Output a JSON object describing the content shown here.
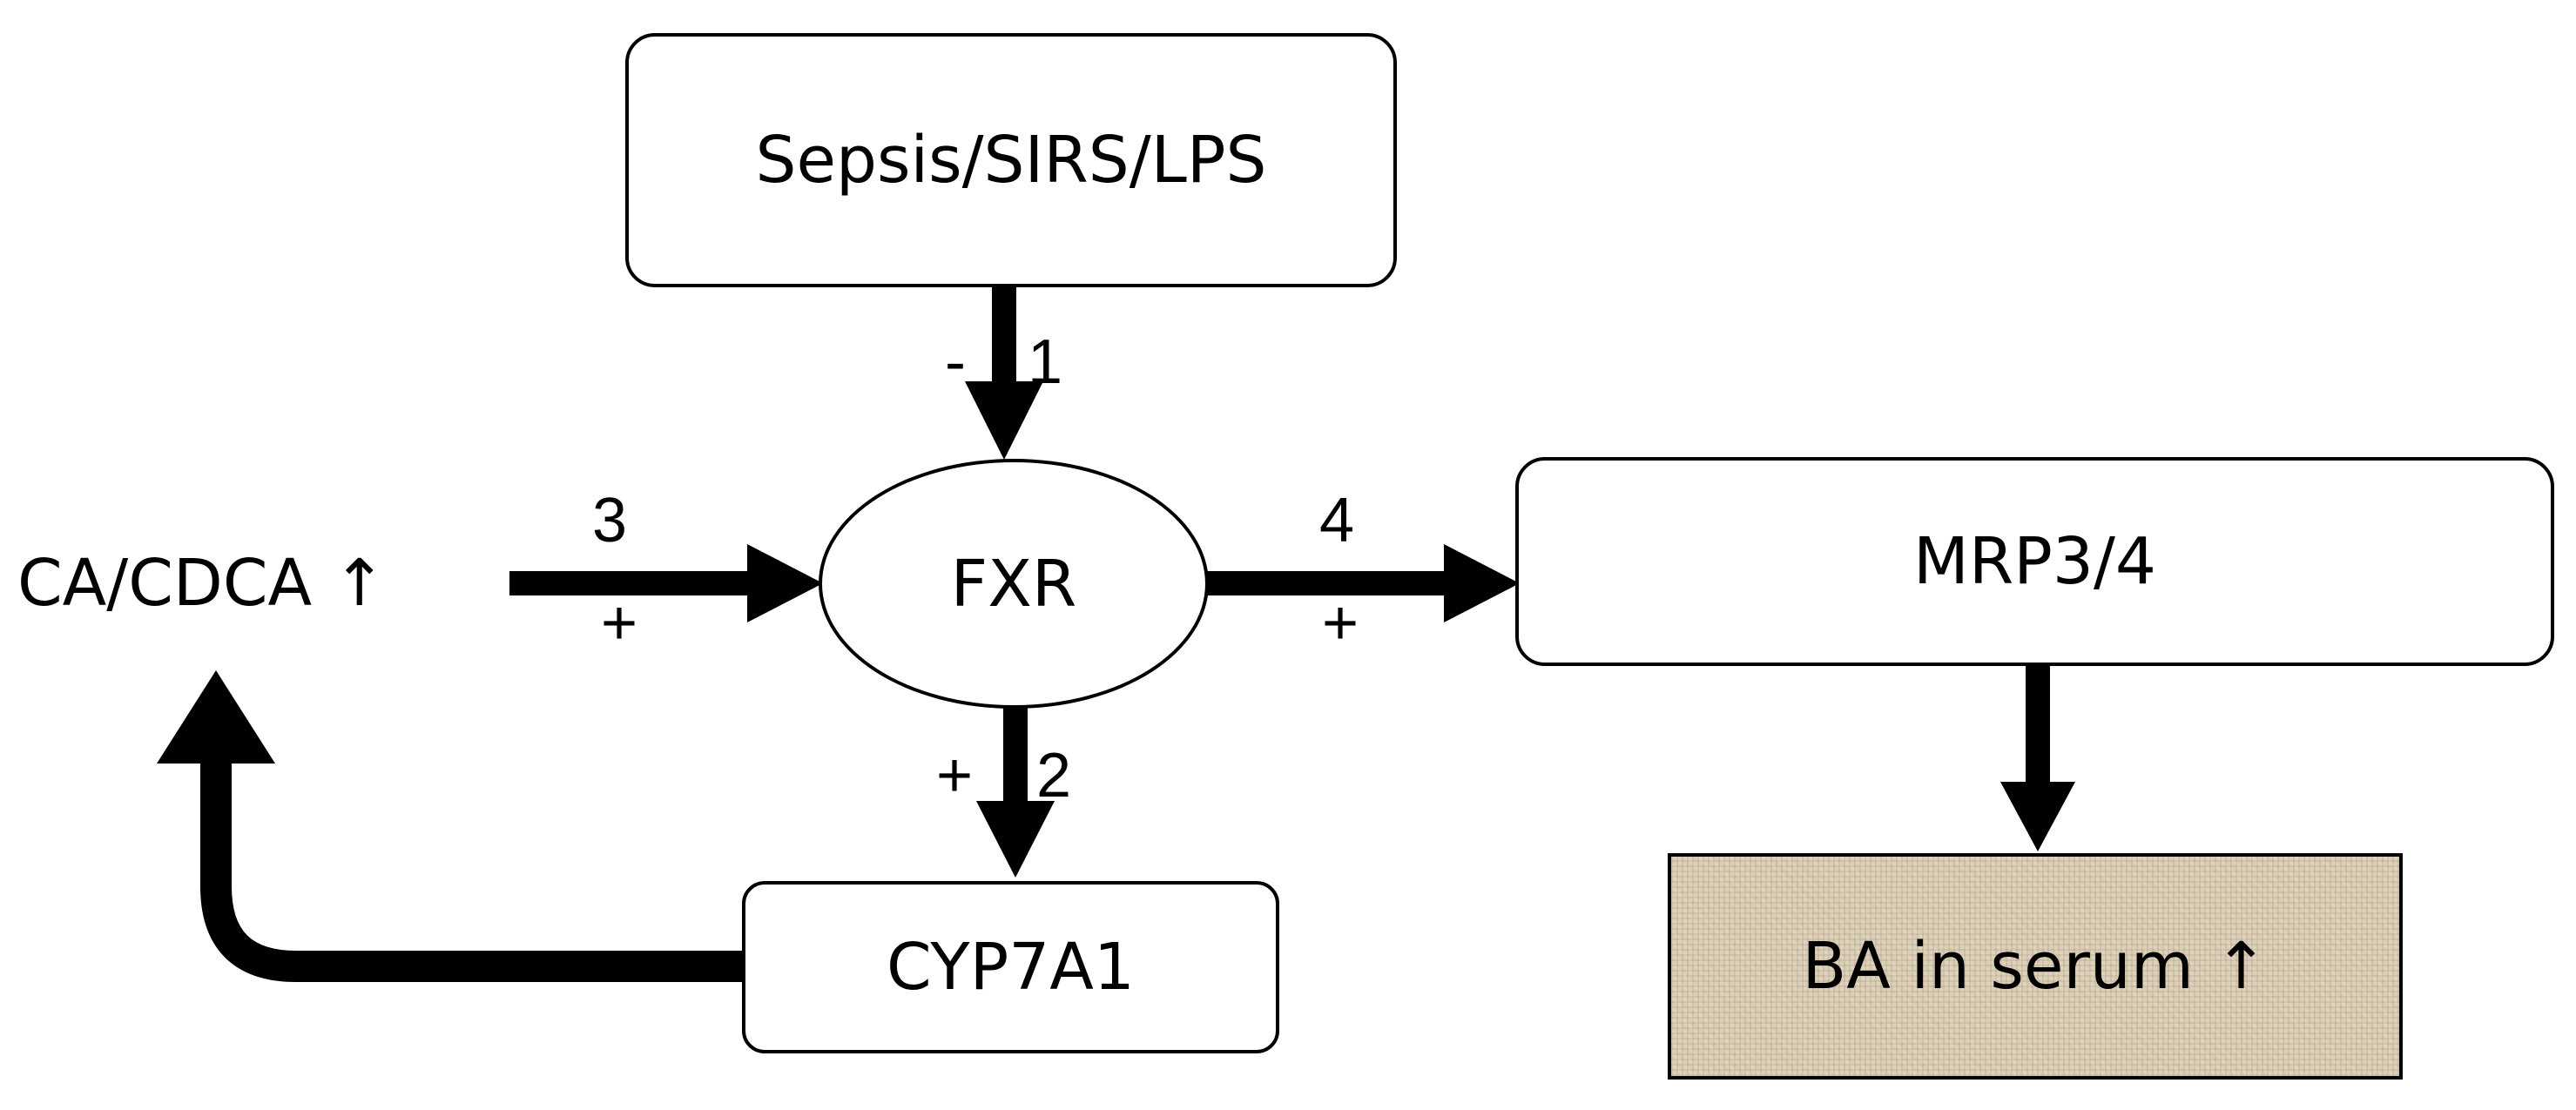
{
  "nodes": {
    "sepsis": "Sepsis/SIRS/LPS",
    "fxr": "FXR",
    "ca_cdca": "CA/CDCA ↑",
    "mrp": "MRP3/4",
    "cyp7a1": "CYP7A1",
    "ba_serum": "BA in serum ↑"
  },
  "edges": {
    "e1": {
      "number": "1",
      "sign": "-"
    },
    "e2": {
      "number": "2",
      "sign": "+"
    },
    "e3": {
      "number": "3",
      "sign": "+"
    },
    "e4": {
      "number": "4",
      "sign": "+"
    }
  },
  "colors": {
    "arrow": "#000000",
    "ba_fill": "#dccfb8"
  }
}
